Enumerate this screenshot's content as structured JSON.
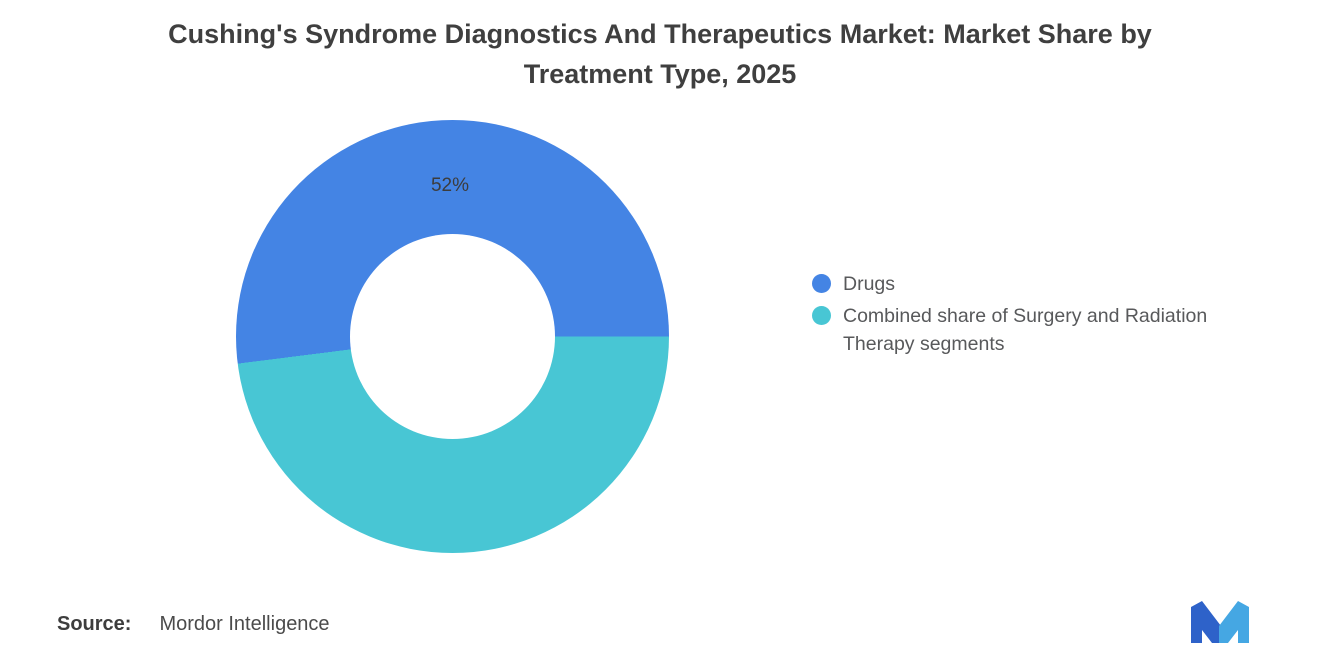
{
  "header": {
    "title": "Cushing's Syndrome Diagnostics And Therapeutics Market: Market Share by Treatment Type, 2025"
  },
  "chart_data": {
    "type": "pie",
    "subtype": "donut",
    "title": "Cushing's Syndrome Diagnostics And Therapeutics Market: Market Share by Treatment Type, 2025",
    "categories": [
      "Drugs",
      "Combined share of Surgery and Radiation Therapy segments"
    ],
    "values": [
      52,
      48
    ],
    "colors": [
      "#4484e4",
      "#48c6d4"
    ],
    "data_label": "52%",
    "legend_position": "right",
    "donut_hole_ratio": 0.47,
    "start_boundary": "right-horizontal"
  },
  "footer": {
    "source_label": "Source:",
    "source_text": "Mordor Intelligence"
  },
  "icons": {
    "logo": "mordor-intelligence-logo"
  }
}
